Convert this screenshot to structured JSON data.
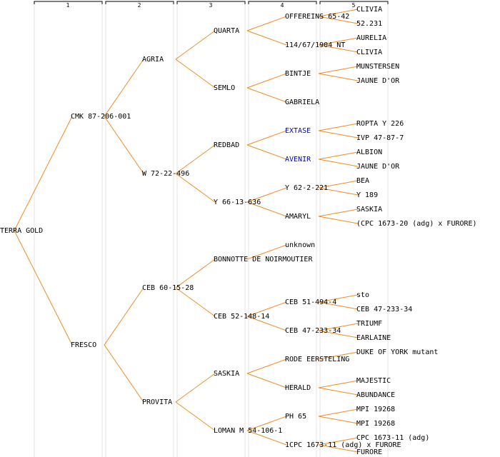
{
  "generations": [
    "1",
    "2",
    "3",
    "4",
    "5"
  ],
  "tree": {
    "label": "TERRA GOLD",
    "children": [
      {
        "label": "CMK 87-206-001",
        "children": [
          {
            "label": "AGRIA",
            "children": [
              {
                "label": "QUARTA",
                "children": [
                  {
                    "label": "OFFEREINS 65-42",
                    "children": [
                      {
                        "label": "CLIVIA"
                      },
                      {
                        "label": "52.231"
                      }
                    ]
                  },
                  {
                    "label": "114/67/1904 NT",
                    "children": [
                      {
                        "label": "AURELIA"
                      },
                      {
                        "label": "CLIVIA"
                      }
                    ]
                  }
                ]
              },
              {
                "label": "SEMLO",
                "children": [
                  {
                    "label": "BINTJE",
                    "children": [
                      {
                        "label": "MUNSTERSEN"
                      },
                      {
                        "label": "JAUNE D'OR"
                      }
                    ]
                  },
                  {
                    "label": "GABRIELA"
                  }
                ]
              }
            ]
          },
          {
            "label": "W 72-22-496",
            "children": [
              {
                "label": "REDBAD",
                "children": [
                  {
                    "label": "EXTASE",
                    "highlight": true,
                    "children": [
                      {
                        "label": "ROPTA Y 226"
                      },
                      {
                        "label": "IVP 47-87-7"
                      }
                    ]
                  },
                  {
                    "label": "AVENIR",
                    "highlight": true,
                    "children": [
                      {
                        "label": "ALBION"
                      },
                      {
                        "label": "JAUNE D'OR"
                      }
                    ]
                  }
                ]
              },
              {
                "label": "Y 66-13-636",
                "children": [
                  {
                    "label": "Y 62-2-221",
                    "children": [
                      {
                        "label": "BEA"
                      },
                      {
                        "label": "Y 189"
                      }
                    ]
                  },
                  {
                    "label": "AMARYL",
                    "children": [
                      {
                        "label": "SASKIA"
                      },
                      {
                        "label": "(CPC 1673-20 (adg) x FURORE)"
                      }
                    ]
                  }
                ]
              }
            ]
          }
        ]
      },
      {
        "label": "FRESCO",
        "children": [
          {
            "label": "CEB 60-15-28",
            "children": [
              {
                "label": "BONNOTTE DE NOIRMOUTIER",
                "children": [
                  {
                    "label": "unknown"
                  }
                ]
              },
              {
                "label": "CEB 52-148-14",
                "children": [
                  {
                    "label": "CEB 51-494-4",
                    "children": [
                      {
                        "label": "sto"
                      },
                      {
                        "label": "CEB 47-233-34"
                      }
                    ]
                  },
                  {
                    "label": "CEB 47-233-34",
                    "children": [
                      {
                        "label": "TRIUMF"
                      },
                      {
                        "label": "EARLAINE"
                      }
                    ]
                  }
                ]
              }
            ]
          },
          {
            "label": "PROVITA",
            "children": [
              {
                "label": "SASKIA",
                "children": [
                  {
                    "label": "RODE EERSTELING",
                    "children": [
                      {
                        "label": "DUKE OF YORK mutant"
                      }
                    ]
                  },
                  {
                    "label": "HERALD",
                    "children": [
                      {
                        "label": "MAJESTIC"
                      },
                      {
                        "label": "ABUNDANCE"
                      }
                    ]
                  }
                ]
              },
              {
                "label": "LOMAN M 54-106-1",
                "children": [
                  {
                    "label": "PH 65",
                    "children": [
                      {
                        "label": "MPI 19268"
                      },
                      {
                        "label": "MPI 19268"
                      }
                    ]
                  },
                  {
                    "label": "1CPC 1673-11 (adg) x FURORE",
                    "children": [
                      {
                        "label": "CPC 1673-11 (adg)"
                      },
                      {
                        "label": "FURORE"
                      }
                    ]
                  }
                ]
              }
            ]
          }
        ]
      }
    ]
  },
  "colors": {
    "edge": "#f08c22",
    "highlight": "#0000cc",
    "text": "#000000"
  }
}
